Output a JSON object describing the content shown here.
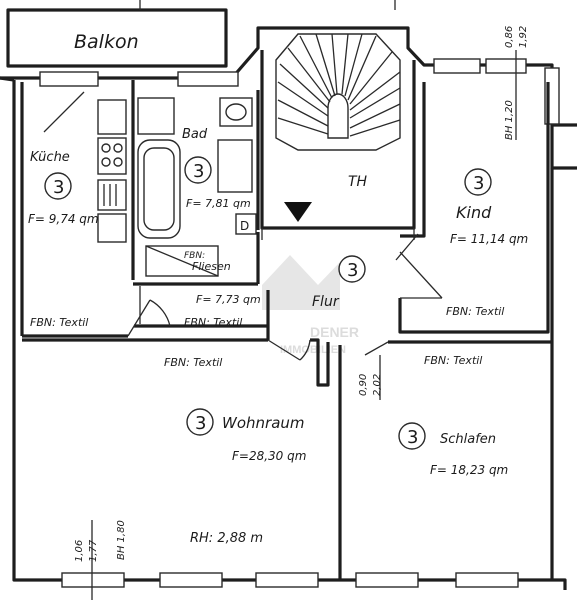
{
  "rooms": {
    "balcony": {
      "label": "Balkon"
    },
    "kitchen": {
      "label": "Küche",
      "number": "3",
      "area": "F= 9,74 qm",
      "floor": "FBN: Textil"
    },
    "bath": {
      "label": "Bad",
      "number": "3",
      "area": "F= 7,81 qm",
      "floor_line1": "FBN:",
      "floor_line2": "Fliesen",
      "door_mark": "D"
    },
    "stairwell": {
      "label": "TH"
    },
    "child": {
      "label": "Kind",
      "number": "3",
      "area": "F= 11,14 qm",
      "floor": "FBN: Textil"
    },
    "hall": {
      "label": "Flur",
      "number": "3",
      "area": "F= 7,73 qm",
      "floor": "FBN: Textil"
    },
    "living": {
      "label": "Wohnraum",
      "number": "3",
      "area": "F=28,30 qm",
      "floor": "FBN: Textil",
      "room_height": "RH: 2,88 m"
    },
    "bedroom": {
      "label": "Schlafen",
      "number": "3",
      "area": "F= 18,23 qm",
      "floor": "FBN: Textil"
    }
  },
  "dimensions": {
    "top_right": [
      "0,86",
      "1,92"
    ],
    "bh_top_right": "BH 1,20",
    "hall_door": [
      "0,90",
      "2,02"
    ],
    "bottom_left": [
      "1,06",
      "1,77",
      "BH 1,80"
    ]
  },
  "watermark": {
    "line1": "DENER",
    "line2": "IMMOBILIEN"
  }
}
